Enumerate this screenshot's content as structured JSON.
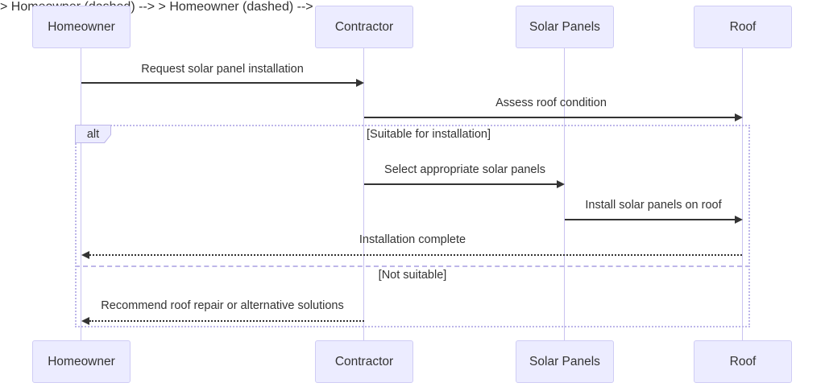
{
  "diagram": {
    "type": "sequence-diagram",
    "actors": [
      {
        "name": "Homeowner"
      },
      {
        "name": "Contractor"
      },
      {
        "name": "Solar Panels"
      },
      {
        "name": "Roof"
      }
    ],
    "messages": [
      {
        "text": "Request solar panel installation",
        "from": "Homeowner",
        "to": "Contractor",
        "line": "solid",
        "direction": "right"
      },
      {
        "text": "Assess roof condition",
        "from": "Contractor",
        "to": "Roof",
        "line": "solid",
        "direction": "right"
      },
      {
        "text": "Select appropriate solar panels",
        "from": "Contractor",
        "to": "Solar Panels",
        "line": "solid",
        "direction": "right"
      },
      {
        "text": "Install solar panels on roof",
        "from": "Solar Panels",
        "to": "Roof",
        "line": "solid",
        "direction": "right"
      },
      {
        "text": "Installation complete",
        "from": "Roof",
        "to": "Homeowner",
        "line": "dashed",
        "direction": "left"
      },
      {
        "text": "Recommend roof repair or alternative solutions",
        "from": "Contractor",
        "to": "Homeowner",
        "line": "dashed",
        "direction": "left"
      }
    ],
    "alt_block": {
      "label": "alt",
      "branches": [
        {
          "condition": "[Suitable for installation]"
        },
        {
          "condition": "[Not suitable]"
        }
      ]
    },
    "colors": {
      "background": "#FFFFFF",
      "actor_fill": "#ECECFF",
      "actor_border": "#CFCCF5",
      "lifeline": "#C9C3F0",
      "frame_border": "#BDB6E9",
      "arrow": "#333333",
      "text": "#333333"
    }
  }
}
